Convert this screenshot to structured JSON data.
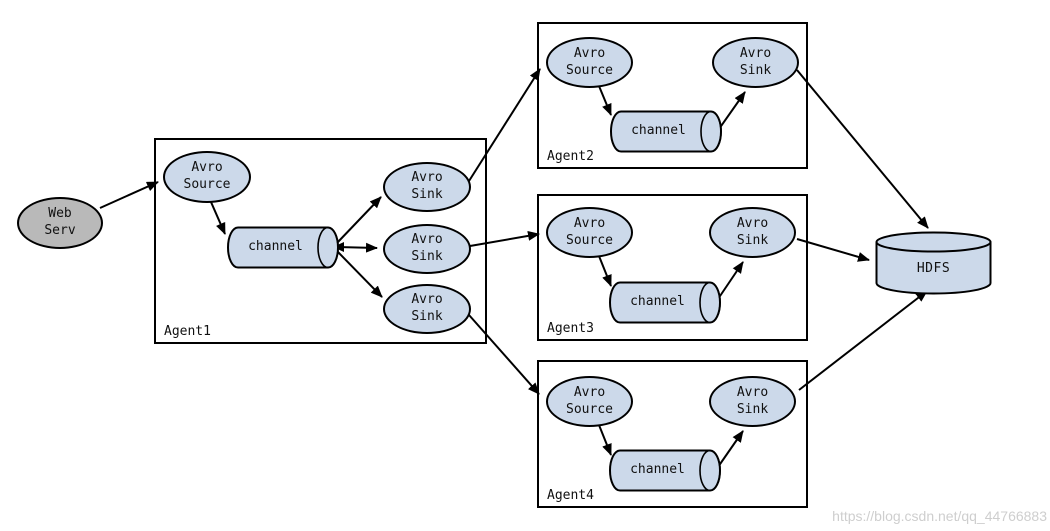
{
  "watermark": {
    "text": "https://blog.csdn.net/qq_44766883"
  },
  "colors": {
    "node_fill": "#ccd9ea",
    "web_server_fill": "#b9b9b9",
    "stroke": "#000000",
    "background": "#ffffff"
  },
  "nodes": {
    "web_server": {
      "label": "Web\nServ"
    },
    "hdfs": {
      "label": "HDFS"
    }
  },
  "agents": {
    "agent1": {
      "label": "Agent1",
      "source": "Avro\nSource",
      "channel": "channel",
      "sinks": [
        "Avro\nSink",
        "Avro\nSink",
        "Avro\nSink"
      ]
    },
    "agent2": {
      "label": "Agent2",
      "source": "Avro\nSource",
      "channel": "channel",
      "sink": "Avro\nSink"
    },
    "agent3": {
      "label": "Agent3",
      "source": "Avro\nSource",
      "channel": "channel",
      "sink": "Avro\nSink"
    },
    "agent4": {
      "label": "Agent4",
      "source": "Avro\nSource",
      "channel": "channel",
      "sink": "Avro\nSink"
    }
  },
  "edges": [
    {
      "from": "web-server",
      "to": "agent1-source"
    },
    {
      "from": "agent1-source",
      "to": "agent1-channel"
    },
    {
      "from": "agent1-channel",
      "to": "agent1-sink-1"
    },
    {
      "from": "agent1-channel",
      "to": "agent1-sink-2"
    },
    {
      "from": "agent1-channel",
      "to": "agent1-sink-3"
    },
    {
      "from": "agent1-sink-1",
      "to": "agent2-source"
    },
    {
      "from": "agent1-sink-2",
      "to": "agent3-source"
    },
    {
      "from": "agent1-sink-3",
      "to": "agent4-source"
    },
    {
      "from": "agent2-source",
      "to": "agent2-channel"
    },
    {
      "from": "agent2-channel",
      "to": "agent2-sink"
    },
    {
      "from": "agent3-source",
      "to": "agent3-channel"
    },
    {
      "from": "agent3-channel",
      "to": "agent3-sink"
    },
    {
      "from": "agent4-source",
      "to": "agent4-channel"
    },
    {
      "from": "agent4-channel",
      "to": "agent4-sink"
    },
    {
      "from": "agent2-sink",
      "to": "hdfs"
    },
    {
      "from": "agent3-sink",
      "to": "hdfs"
    },
    {
      "from": "agent4-sink",
      "to": "hdfs"
    }
  ]
}
